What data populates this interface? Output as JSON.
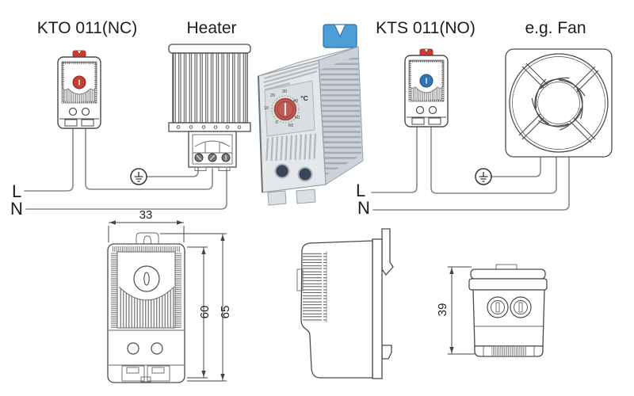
{
  "labels": {
    "kto": "KTO 011(NC)",
    "heater": "Heater",
    "kts": "KTS 011(NO)",
    "fan": "e.g. Fan"
  },
  "wiring": {
    "left": {
      "line": "L",
      "neutral": "N"
    },
    "right": {
      "line": "L",
      "neutral": "N"
    }
  },
  "dial": {
    "unit": "°C",
    "ticks": [
      "0",
      "10",
      "20",
      "30",
      "40",
      "50",
      "60"
    ]
  },
  "dims": {
    "width": "33",
    "height_front": "60",
    "height_total": "65",
    "depth": "39"
  },
  "colors": {
    "kto_dial": "#c23d33",
    "kts_dial": "#2d76b5",
    "clip_red": "#cb3b32",
    "din_clip_blue": "#4d9dd6",
    "central_knob_red": "#c05a52",
    "line_art": "#4a4a4a",
    "wire": "#8a8a8a"
  }
}
